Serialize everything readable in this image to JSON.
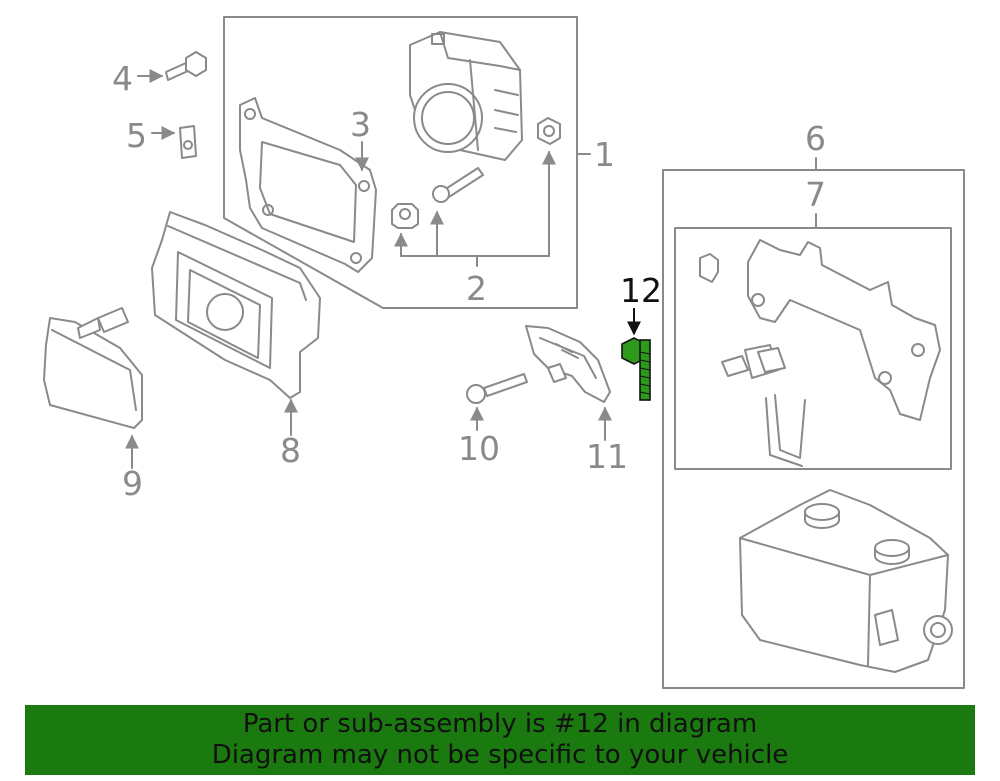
{
  "callouts": {
    "c1": "1",
    "c2": "2",
    "c3": "3",
    "c4": "4",
    "c5": "5",
    "c6": "6",
    "c7": "7",
    "c8": "8",
    "c9": "9",
    "c10": "10",
    "c11": "11",
    "c12": "12"
  },
  "highlight_color": "#1b7a0f",
  "banner": {
    "line1": "Part or sub-assembly is #12 in diagram",
    "line2": "Diagram may not be specific to your vehicle"
  }
}
